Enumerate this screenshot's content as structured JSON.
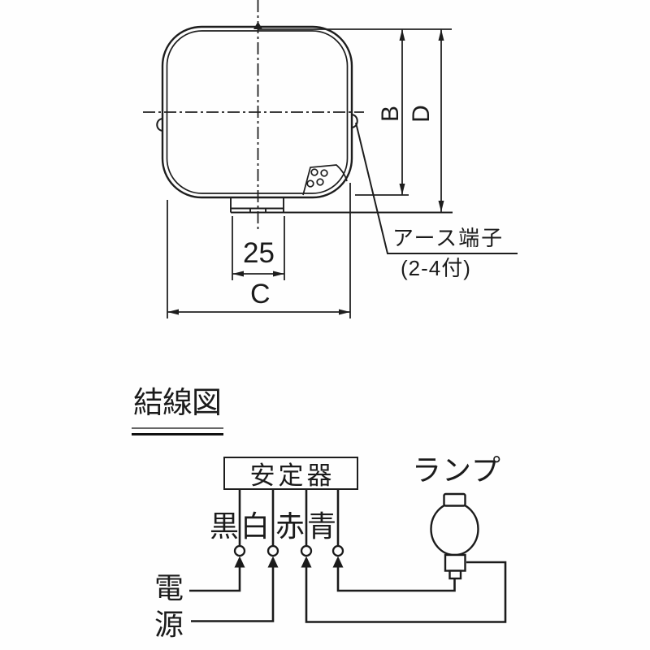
{
  "colors": {
    "line": "#1d1d1d",
    "background": "#ffffff"
  },
  "outline_drawing": {
    "dim_labels": {
      "b": "B",
      "c": "C",
      "d": "D",
      "bracket_width": "25"
    },
    "earth_terminal": {
      "label": "アース端子",
      "qualifier": "(2-4付)"
    }
  },
  "wiring_diagram": {
    "title": "結線図",
    "ballast_label": "安定器",
    "wire_colors": [
      {
        "label": "黒"
      },
      {
        "label": "白"
      },
      {
        "label": "赤"
      },
      {
        "label": "青"
      }
    ],
    "power_source": {
      "char_top": "電",
      "char_bottom": "源"
    },
    "lamp_label": "ランプ"
  }
}
